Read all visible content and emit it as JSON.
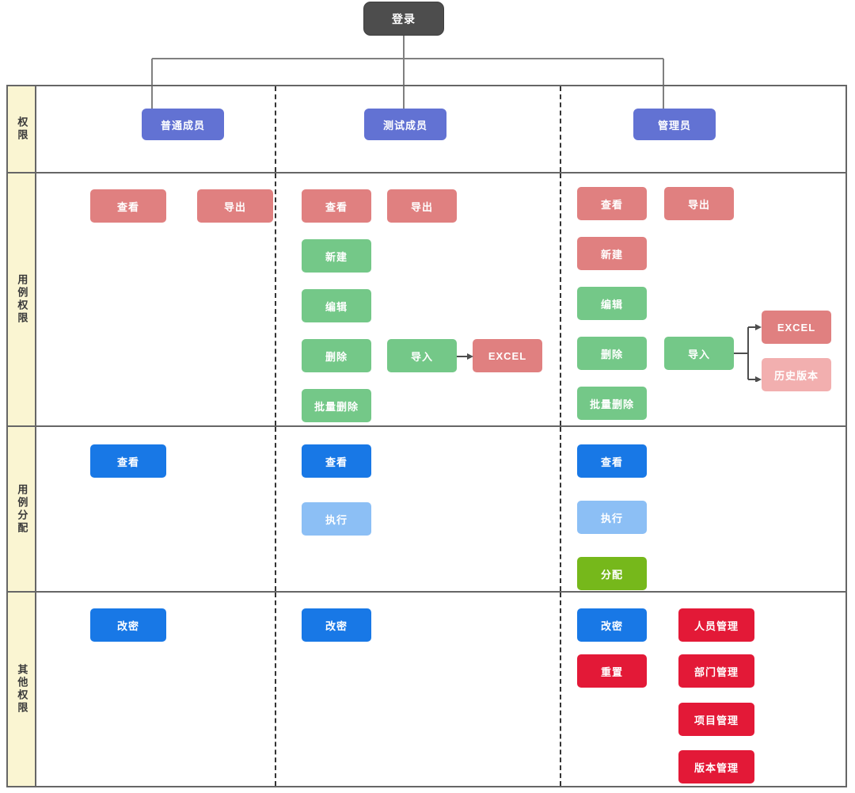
{
  "diagram": {
    "title_node": {
      "label": "登录",
      "color": "#4d4d4d"
    },
    "roles": [
      {
        "label": "普通成员",
        "color": "#6272d3"
      },
      {
        "label": "测试成员",
        "color": "#6272d3"
      },
      {
        "label": "管理员",
        "color": "#6272d3"
      }
    ],
    "row_labels": {
      "permission": "权限",
      "case_permission": "用例权限",
      "case_assignment": "用例分配",
      "other_permission": "其他权限"
    },
    "case_permission": {
      "member": [
        {
          "label": "查看",
          "color": "#e08080"
        },
        {
          "label": "导出",
          "color": "#e08080"
        }
      ],
      "tester": [
        {
          "label": "查看",
          "color": "#e08080"
        },
        {
          "label": "导出",
          "color": "#e08080"
        },
        {
          "label": "新建",
          "color": "#74c888"
        },
        {
          "label": "编辑",
          "color": "#74c888"
        },
        {
          "label": "删除",
          "color": "#74c888"
        },
        {
          "label": "批量删除",
          "color": "#74c888"
        },
        {
          "label": "导入",
          "color": "#74c888"
        },
        {
          "label": "EXCEL",
          "color": "#e08080"
        }
      ],
      "admin": [
        {
          "label": "查看",
          "color": "#e08080"
        },
        {
          "label": "导出",
          "color": "#e08080"
        },
        {
          "label": "新建",
          "color": "#e08080"
        },
        {
          "label": "编辑",
          "color": "#74c888"
        },
        {
          "label": "删除",
          "color": "#74c888"
        },
        {
          "label": "批量删除",
          "color": "#74c888"
        },
        {
          "label": "导入",
          "color": "#74c888"
        },
        {
          "label": "EXCEL",
          "color": "#e08080"
        },
        {
          "label": "历史版本",
          "color": "#f2afaf"
        }
      ]
    },
    "case_assignment": {
      "member": [
        {
          "label": "查看",
          "color": "#1878e6"
        }
      ],
      "tester": [
        {
          "label": "查看",
          "color": "#1878e6"
        },
        {
          "label": "执行",
          "color": "#8cbff5"
        }
      ],
      "admin": [
        {
          "label": "查看",
          "color": "#1878e6"
        },
        {
          "label": "执行",
          "color": "#8cbff5"
        },
        {
          "label": "分配",
          "color": "#76b81b"
        }
      ]
    },
    "other_permission": {
      "member": [
        {
          "label": "改密",
          "color": "#1878e6"
        }
      ],
      "tester": [
        {
          "label": "改密",
          "color": "#1878e6"
        }
      ],
      "admin": [
        {
          "label": "改密",
          "color": "#1878e6"
        },
        {
          "label": "重置",
          "color": "#e31937"
        },
        {
          "label": "人员管理",
          "color": "#e31937"
        },
        {
          "label": "部门管理",
          "color": "#e31937"
        },
        {
          "label": "项目管理",
          "color": "#e31937"
        },
        {
          "label": "版本管理",
          "color": "#e31937"
        }
      ]
    }
  }
}
